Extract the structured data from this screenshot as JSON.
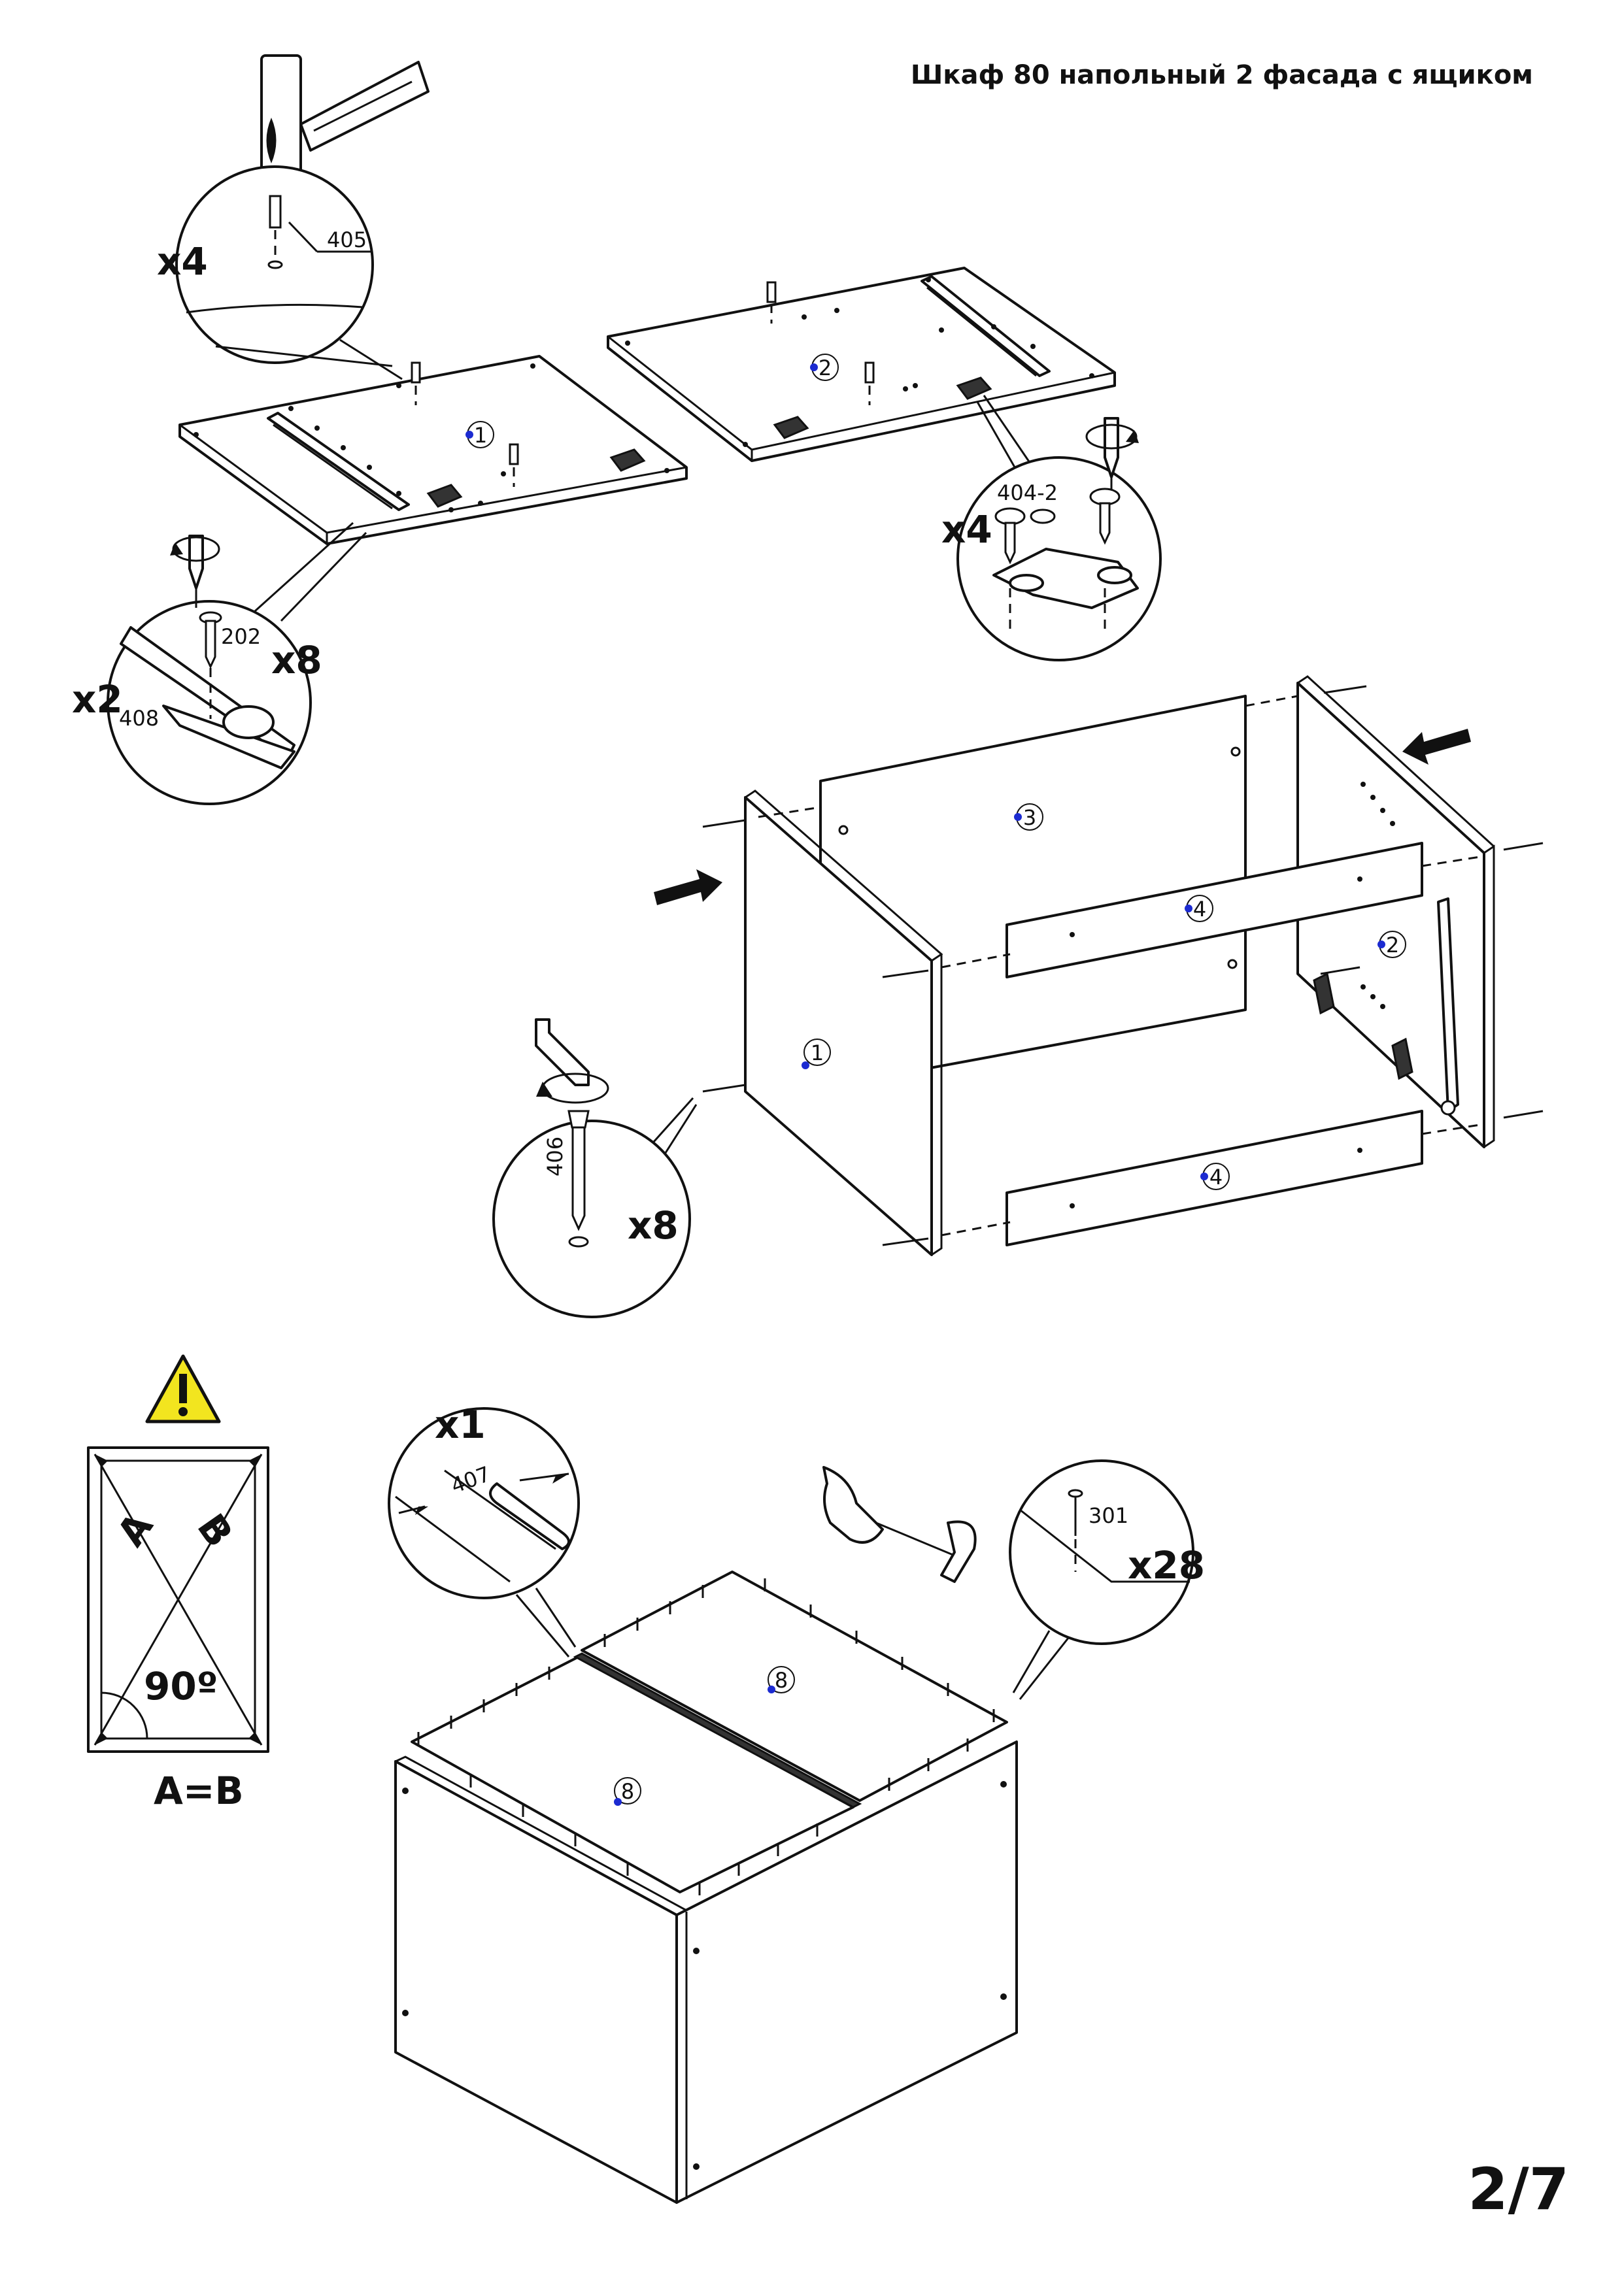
{
  "header": {
    "title": "Шкаф 80 напольный 2 фасада с ящиком"
  },
  "footer": {
    "page_number": "2/7"
  },
  "step1": {
    "dowel_callout": {
      "quantity": "x4",
      "part_code": "405"
    },
    "guide_callout": {
      "quantity": "x8",
      "screw_code": "202",
      "bracket_quantity": "x2",
      "bracket_code": "408"
    },
    "bracket_callout": {
      "quantity": "x4",
      "part_code": "404-2"
    },
    "panels": [
      {
        "label": "1"
      },
      {
        "label": "2"
      }
    ]
  },
  "step2": {
    "screw_callout": {
      "quantity": "x8",
      "part_code": "406"
    },
    "panels": [
      {
        "label": "1"
      },
      {
        "label": "3"
      },
      {
        "label": "4"
      },
      {
        "label": "2"
      },
      {
        "label": "4"
      }
    ]
  },
  "step3": {
    "square_check": {
      "label_a": "A",
      "label_b": "B",
      "angle": "90º",
      "rule": "A=B"
    },
    "hinge_callout": {
      "quantity": "x1",
      "part_code": "407"
    },
    "nail_callout": {
      "quantity": "x28",
      "part_code": "301"
    },
    "panels": [
      {
        "label": "8"
      },
      {
        "label": "8"
      }
    ]
  },
  "colors": {
    "line": "#111111",
    "marker": "#1c2bd1",
    "warning": "#f2e51f"
  },
  "icons": [
    "hammer-icon",
    "screwdriver-icon",
    "rotate-arrow-icon",
    "hex-key-icon",
    "push-arrow-icon",
    "warning-icon",
    "hand-hammer-icon"
  ]
}
